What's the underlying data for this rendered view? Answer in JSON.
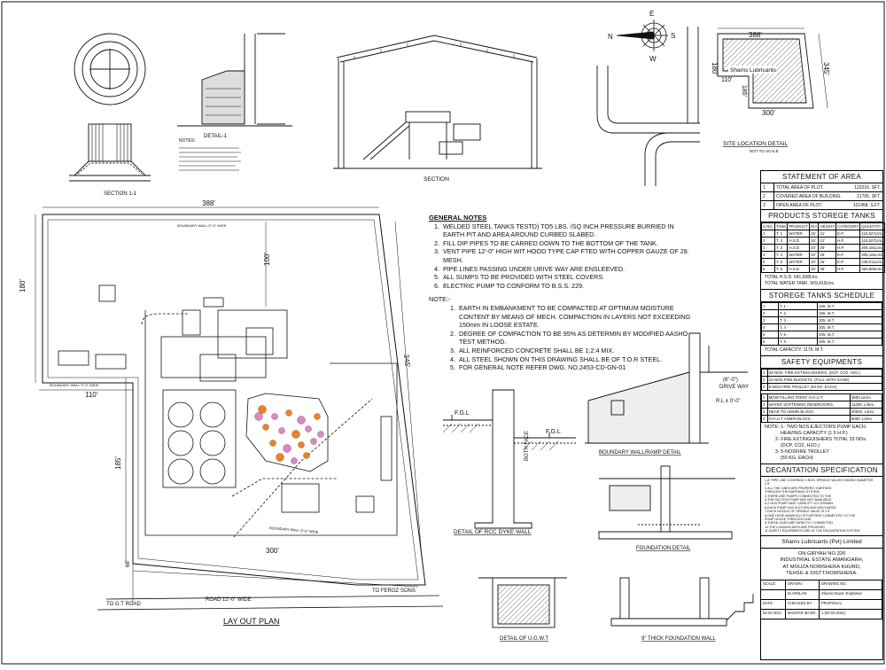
{
  "compass": {
    "n": "N",
    "e": "E",
    "s": "S",
    "w": "W"
  },
  "site": {
    "dim_top": "388'",
    "dim_left": "180'",
    "dim_right": "345'",
    "dim_inner_v": "185'",
    "dim_inner_left": "110'",
    "dim_bottom": "300'",
    "company_label": "Shams Lubricants",
    "title": "SITE LOCATION DETAIL",
    "subtitle": "NOT TO SCALE"
  },
  "sections": {
    "section1": "SECTION 1-1",
    "detail1": "DETAIL-1",
    "section": "SECTION",
    "notes_label": "NOTES:"
  },
  "layout": {
    "title": "LAY OUT PLAN",
    "dim_top": "388'",
    "dim_left": "180'",
    "dim_right": "345'",
    "dim_inner_v": "185'",
    "dim_110": "110'",
    "dim_100": "100'",
    "dim_300": "300'",
    "dim_66": "66'",
    "boundary_top": "BOUNDARY WALL 9\"-0\" WIDE",
    "boundary_mid": "BOUNDARY WALL 9\"-0\" WIDE",
    "boundary_bottom": "BOUNDARY WALL 9\"-0\" WIDE",
    "road": "ROAD 12'-0\" WIDE",
    "to_gt": "TO G.T ROAD",
    "to_feroz": "TO FEROZ SONS"
  },
  "general_notes": {
    "heading": "GENERAL NOTES",
    "items": [
      "WELDED STEEL TANKS TESTD) TO5 LBS. /SQ INCH PRESSURE BURRIED IN EARTH PIT AND AREA AROUND CURBED SLABED.",
      "FILL DIP PIPES TO BE CARRED DOWN TO THE BOTTOM OF THE TANK.",
      "VENT PIPE 12'-0\" HIGH WIT HOOD TYPE CAP FTED WITH COPPER GAUZE OF 28. MESH.",
      "PIPE LINES PASSING UNDER URIVE WAY ARE ENSLEEVED.",
      "ALL SUMPS TO BE PROVIDED WITH STEEL COVERS.",
      "ELECTRIC PUMP TO CONFORM TO B.S.S. 229."
    ],
    "note_heading": "NOTE:-",
    "note_items": [
      "EARTH IN EMBANKMENT TO BE COMPACTED AT OPTIMUM MOISTURE CONTENT BY MEANS OF MECH. COMPACTION IN LAYERS NOT EXCEEDING 150mm IN LOOSE ESTATE.",
      "DEGREE OF COMPACTION TO BE 95% AS DETERMIN BY MODIFIED AASHO TEST METHOD.",
      "ALL REINFORCED CONCRETE SHALL BE 1:2:4 MIX.",
      "ALL STEEL SHOWN ON THIS DRAWING SHALL BE OF T.O.R STEEL.",
      "FOR GENERAL NOTE REFER DWG. NO.2453-CD-GN-01"
    ]
  },
  "details": {
    "fgl1": "F.G.L",
    "fgl2": "F.G.L",
    "both_face": "BOTH FACE",
    "dyke": "DETAIL OF RCC DYKE WALL",
    "boundary_ramp": "BOUNDARY WALL/RAMP DETAIL",
    "foundation": "FOUNDATION DETAIL",
    "ugwt": "DETAIL OF U.G.W.T",
    "thick_foundation": "9\" THICK FOUNDATION WALL",
    "drive_way_a": "(6\"-0\")",
    "drive_way_b": "DRIVE WAY",
    "rl": "R.L ± 0'-0\""
  },
  "statement_of_area": {
    "title": "STATEMENT OF AREA",
    "rows": [
      {
        "n": "1",
        "desc": "TOTAL AREA OF PLOT.",
        "val": "123216. SFT."
      },
      {
        "n": "2",
        "desc": "COVERED AREA OF BUILDING.",
        "val": "21765. SFT."
      },
      {
        "n": "3",
        "desc": "OPEN AREA OF PLOT.",
        "val": "101458. S.FT."
      }
    ]
  },
  "storage_tanks": {
    "title": "PRODUCTS STOREGE TANKS",
    "headers": [
      "S.NO.",
      "TANK",
      "PRODUCT",
      "DIA",
      "HEIGHT",
      "CATEGORY",
      "QUANTITY"
    ],
    "rows": [
      [
        "1",
        "T. 1",
        "WATER",
        "15'",
        "21'",
        "E.P.",
        "115,527Ltrs."
      ],
      [
        "2",
        "T. 2",
        "H.S.D",
        "15'",
        "21'",
        "H.P.",
        "115,527Ltrs."
      ],
      [
        "3",
        "T. 3",
        "H.S.D",
        "20'",
        "25'",
        "H.P.",
        "205,181Ltrs."
      ],
      [
        "4",
        "T. 4",
        "WATER",
        "20'",
        "25'",
        "E.P.",
        "205,181Ltrs."
      ],
      [
        "5",
        "T. 5",
        "WATER",
        "20'",
        "25'",
        "E.P.",
        "248,011Ltrs."
      ],
      [
        "6",
        "T. 6",
        "H.S.D",
        "20'",
        "35'",
        "H.P.",
        "320,800Ltrs."
      ]
    ],
    "total_hsd_label": "TOTAL H.S.D.",
    "total_hsd": "641,508Ltrs.",
    "total_water_label": "TOTAL WATER TANK.",
    "total_water": "569,419Ltrs."
  },
  "tank_schedule": {
    "title": "STOREGE TANKS SCHEDULE",
    "rows": [
      [
        "1",
        "T. 1 -",
        "165. M.T."
      ],
      [
        "2",
        "T. 2 -",
        "165. M.T."
      ],
      [
        "3",
        "T. 3 -",
        "205. M.T."
      ],
      [
        "4",
        "T. 4 -",
        "205. M.T."
      ],
      [
        "5",
        "T. 5 -",
        "205. M.T."
      ],
      [
        "6",
        "T. 6 -",
        "205. M.T."
      ]
    ],
    "total": "TOTAL CAPACITY. 1175. M.T."
  },
  "safety": {
    "title": "SAFETY EQUIPMENTS",
    "rows": [
      [
        "1",
        "33-NOS. FIRE EXTINGUISHERS. (DCP, CO2, H2O.)"
      ],
      [
        "2",
        "24-NOS.FIRE BUCKETS. (FULL WITH SAND)"
      ],
      [
        "3",
        "5-NOS.FIRE TROLLEY (50 KG. EACH)"
      ]
    ],
    "rows2": [
      [
        "1",
        "MOW FILLING POINT O.H.U.T.",
        "4800 Litres."
      ],
      [
        "2",
        "WATER SOFTENING RESERVOIRS.",
        "11200. Litres."
      ],
      [
        "3",
        "NEAR TO ADMIN BLOCK.",
        "20000. Litres."
      ],
      [
        "4",
        "O.H.U.T ADMIN BLOCK.",
        "5000. Litres."
      ]
    ],
    "note_lines": [
      "NOTE:-1- TWO NOS.EJECTORS PUMP EACH.",
      "HEAVING CAPACITY (1.5 H.P.)",
      "2- FIRE EXTINGUISHERS TOTAL 33 NOs.",
      "(DCP, CO2, H2O.)",
      "3- 5-NOSFIRE TROLLEY",
      "(50 KG. EACH)"
    ]
  },
  "decantation": {
    "title": "DECANTATION SPECIFICATION",
    "lines": [
      "1-8\" PIPE LINE COVERING 4 NOS. SPINDLE VALVES HAVING DIAMETER 2.5\"",
      "2-ALL THE LINES ARE PROPERLY EARTHED",
      "THROUGH THE EARTHING SYSTEM.",
      "3-THERE ARE PUMPS CONNECTED TO THE",
      "4-THE SUCTION PUMP ARE NOT AVAILABLE.",
      "5-2 NOS PUMP HAVE CAPACITY 10 LTRS/MIN.",
      "6-EACH PUMP HAS SUCTION AND DISCHARGE.",
      "7-EACH NOZZLE OF SPINDLE VALVE IS 2.5\"",
      "8-ONE HOSE MANIFOLD IS FURTHER CONNECTED TO THE",
      "PUMP HOUSE THROUGH LINE.",
      "9-THESE LINES ARE DIRECTLY CONNECTED",
      "10-THE LOADING BAYS ARE PROVIDED",
      "11-SAFETY EQUIPMENTS ARE AT THE DECANTATION SYSTEM."
    ]
  },
  "title_block": {
    "company": "Shams Lubricants (Pvt) Limited",
    "address": [
      "ON GIRYAH NO.326",
      "INDUSTRIAL ESTATE AMANGARH,",
      "AT MOUZA NOWSHERA KHURD,",
      "TEHSIL & DISTT.NOWSHERA."
    ],
    "labels": [
      "SCALE:",
      "DRAWN :",
      "DRAWING NO.",
      "CHECKED BY:",
      "PROPOSAL:",
      "DATE:"
    ],
    "values": [
      "",
      "M.ARSLAN",
      "Shams Depot -Explosive",
      "MAZHAR MAJID",
      "1 (02-02-2011)",
      "02-02-2011"
    ]
  },
  "colors": {
    "line": "#111111",
    "flower_orange": "#e8832a",
    "flower_pink": "#d889c9"
  }
}
